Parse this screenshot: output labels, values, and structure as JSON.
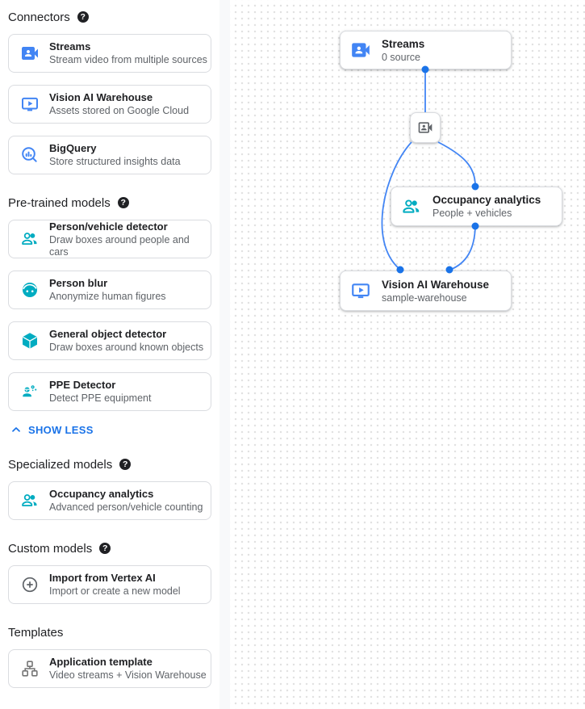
{
  "colors": {
    "accent_blue": "#4285F4",
    "link_blue": "#1A73E8",
    "teal": "#00ACC1",
    "icon_gray": "#5F6368",
    "card_border": "#DADCE0",
    "edge_blue": "#4285F4",
    "dot_blue": "#1A73E8"
  },
  "icons": {
    "help": "?"
  },
  "sidebar": {
    "show_less_label": "SHOW LESS",
    "sections": [
      {
        "title": "Connectors",
        "has_help": true,
        "items": [
          {
            "icon": "streams-icon",
            "title": "Streams",
            "subtitle": "Stream video from multiple sources"
          },
          {
            "icon": "warehouse-icon",
            "title": "Vision AI Warehouse",
            "subtitle": "Assets stored on Google Cloud"
          },
          {
            "icon": "bigquery-icon",
            "title": "BigQuery",
            "subtitle": "Store structured insights data"
          }
        ]
      },
      {
        "title": "Pre-trained models",
        "has_help": true,
        "items": [
          {
            "icon": "person-vehicle-icon",
            "title": "Person/vehicle detector",
            "subtitle": "Draw boxes around people and cars"
          },
          {
            "icon": "person-blur-icon",
            "title": "Person blur",
            "subtitle": "Anonymize human figures"
          },
          {
            "icon": "object-detector-icon",
            "title": "General object detector",
            "subtitle": "Draw boxes around known objects"
          },
          {
            "icon": "ppe-detector-icon",
            "title": "PPE Detector",
            "subtitle": "Detect PPE equipment"
          }
        ]
      },
      {
        "title": "Specialized models",
        "has_help": true,
        "items": [
          {
            "icon": "occupancy-icon",
            "title": "Occupancy analytics",
            "subtitle": "Advanced person/vehicle counting"
          }
        ]
      },
      {
        "title": "Custom models",
        "has_help": true,
        "items": [
          {
            "icon": "import-icon",
            "title": "Import from Vertex AI",
            "subtitle": "Import or create a new model"
          }
        ]
      },
      {
        "title": "Templates",
        "has_help": false,
        "items": [
          {
            "icon": "application-template-icon",
            "title": "Application template",
            "subtitle": "Video streams + Vision Warehouse"
          }
        ]
      }
    ]
  },
  "canvas": {
    "nodes": {
      "streams": {
        "icon": "streams-icon",
        "title": "Streams",
        "subtitle": "0 source"
      },
      "processor": {
        "icon": "camera-icon"
      },
      "occupancy": {
        "icon": "occupancy-icon",
        "title": "Occupancy analytics",
        "subtitle": "People + vehicles"
      },
      "warehouse": {
        "icon": "warehouse-icon",
        "title": "Vision AI Warehouse",
        "subtitle": "sample-warehouse"
      }
    }
  }
}
